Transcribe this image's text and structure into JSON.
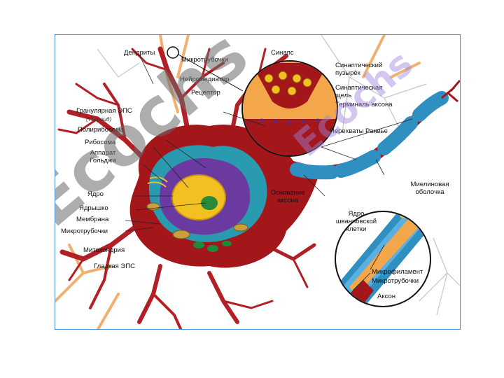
{
  "labels": {
    "dendrites": "Дендриты",
    "microtubules_top": "Микротрубочки",
    "synapse": "Синапс",
    "neurotransmitter": "Нейромедиатор",
    "receptor": "Рецептор",
    "synaptic_vesicle": "Синаптический пузырёк",
    "synaptic_cleft": "Синаптическая щель",
    "axon_terminal": "Терминаль аксона",
    "rough_er": "Гранулярная ЭПС",
    "nissl_body": "(Тигроид)",
    "polyribosome": "Полирибосома",
    "ribosome": "Рибосома",
    "golgi": "Аппарат Гольджи",
    "nodes_of_ranvier": "Перехваты Ранвье",
    "nucleus": "Ядро",
    "nucleolus": "Ядрышко",
    "membrane": "Мембрана",
    "microtubule_left": "Микротрубочки",
    "axon_hillock": "Основание аксона",
    "myelin_sheath": "Миелиновая оболочка",
    "schwann_nucleus": "Ядро шванновской клетки",
    "mitochondrion": "Митохондрия",
    "smooth_er": "Гладкая ЭПС",
    "microfilament": "Микрофиламент",
    "microtubule_inset": "Микротрубочки",
    "axon": "Аксон"
  },
  "watermark": {
    "main": "Ecochs",
    "secondary": "Ecochs"
  },
  "colors": {
    "neuron_body": "#a3171b",
    "dendrite": "#b21f24",
    "nucleus": "#f2c020",
    "nucleus_membrane": "#6a3aa0",
    "cytoplasm_teal": "#2a9ab0",
    "myelin": "#2e8fc0",
    "synapse_bg": "#f4a64a",
    "background_branches": "#f2b070"
  }
}
